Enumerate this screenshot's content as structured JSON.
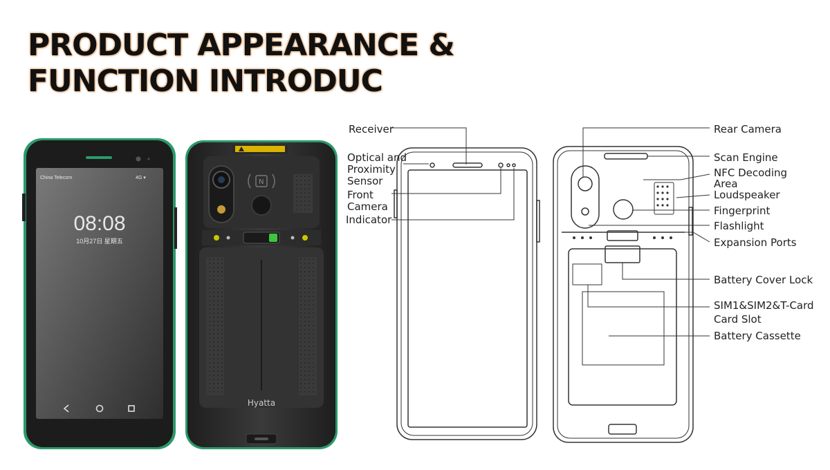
{
  "title": {
    "line1": "PRODUCT APPEARANCE &",
    "line2": "FUNCTION INTRODUC"
  },
  "front_photo": {
    "carrier": "China Telecom",
    "status": "4G ▾",
    "clock": "08:08",
    "date": "10月27日 星期五"
  },
  "back_photo": {
    "brand": "Hyatta"
  },
  "front_labels": {
    "receiver": "Receiver",
    "optical_1": "Optical and",
    "optical_2": "Proximity",
    "optical_3": "Sensor",
    "front_camera_1": "Front",
    "front_camera_2": "Camera",
    "indicator": "Indicator"
  },
  "back_labels": {
    "rear_camera": "Rear Camera",
    "scan_engine": "Scan Engine",
    "nfc_1": "NFC Decoding",
    "nfc_2": "Area",
    "loudspeaker": "Loudspeaker",
    "fingerprint": "Fingerprint",
    "flashlight": "Flashlight",
    "expansion": "Expansion Ports",
    "battery_lock": "Battery Cover Lock",
    "sim_1": "SIM1&SIM2&T-Card",
    "sim_2": "Card Slot",
    "battery": "Battery Cassette"
  }
}
